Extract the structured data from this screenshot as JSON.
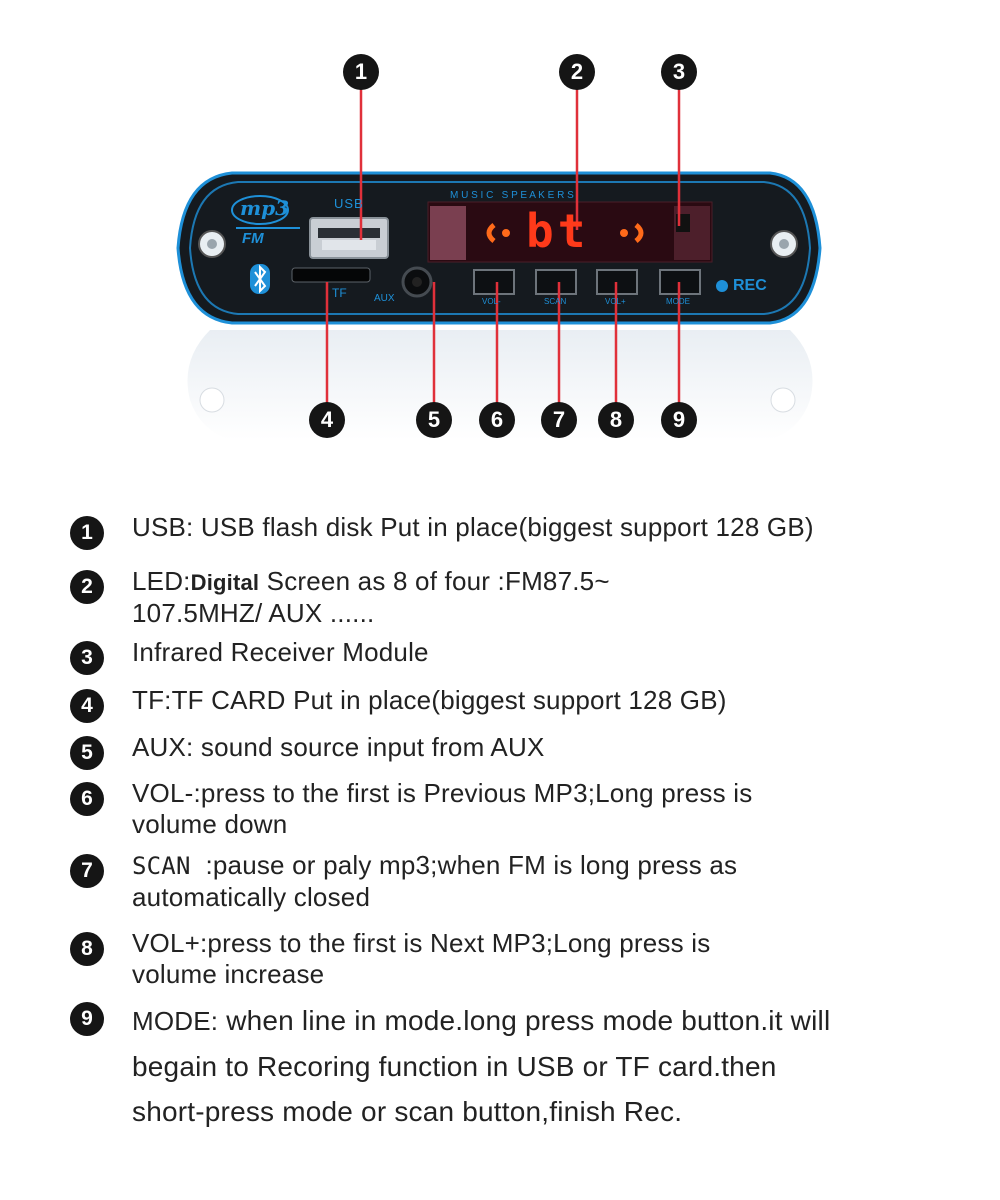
{
  "panel": {
    "logo_mp3": "mp3",
    "logo_fm": "FM",
    "usb_label": "USB",
    "tf_label": "TF",
    "aux_label": "AUX",
    "header_label": "M U S I C   S P E A K E R S",
    "display_text": "bt",
    "buttons": [
      "VOL-",
      "SCAN",
      "VOL+",
      "MODE"
    ],
    "rec_label": "REC",
    "icons": [
      "bluetooth-icon",
      "usb-port",
      "tf-slot",
      "aux-jack",
      "led-display"
    ],
    "colors": {
      "panel": "#151a1f",
      "trim": "#1e90d8",
      "led": "#ff3a1a",
      "callout_line": "#e0303a"
    }
  },
  "callouts": [
    "1",
    "2",
    "3",
    "4",
    "5",
    "6",
    "7",
    "8",
    "9"
  ],
  "legend": [
    {
      "num": "1",
      "parts": [
        "USB: USB flash disk Put in place(biggest support 128 GB)"
      ]
    },
    {
      "num": "2",
      "parts": [
        "LED:",
        "Digital",
        " Screen as 8 of  four :FM87.5~",
        "107.5MHZ/ AUX ......"
      ]
    },
    {
      "num": "3",
      "parts": [
        "Infrared Receiver Module"
      ]
    },
    {
      "num": "4",
      "parts": [
        "TF:TF CARD Put in place(biggest support 128 GB)"
      ]
    },
    {
      "num": "5",
      "parts": [
        "AUX:  sound source input from AUX"
      ]
    },
    {
      "num": "6",
      "parts": [
        "VOL-:press to the first is Previous MP3;Long press is",
        "volume down"
      ]
    },
    {
      "num": "7",
      "parts": [
        "SCAN",
        "  :pause or paly mp3;when FM is long press as",
        "automatically closed"
      ]
    },
    {
      "num": "8",
      "parts": [
        "VOL+:press to the first is Next MP3;Long press is",
        "volume increase"
      ]
    },
    {
      "num": "9",
      "parts": [
        "MODE:",
        " when line in mode.long press mode button.it will",
        "begain to Recoring function in USB or TF card.then",
        "short-press mode or scan button,finish Rec."
      ]
    }
  ]
}
